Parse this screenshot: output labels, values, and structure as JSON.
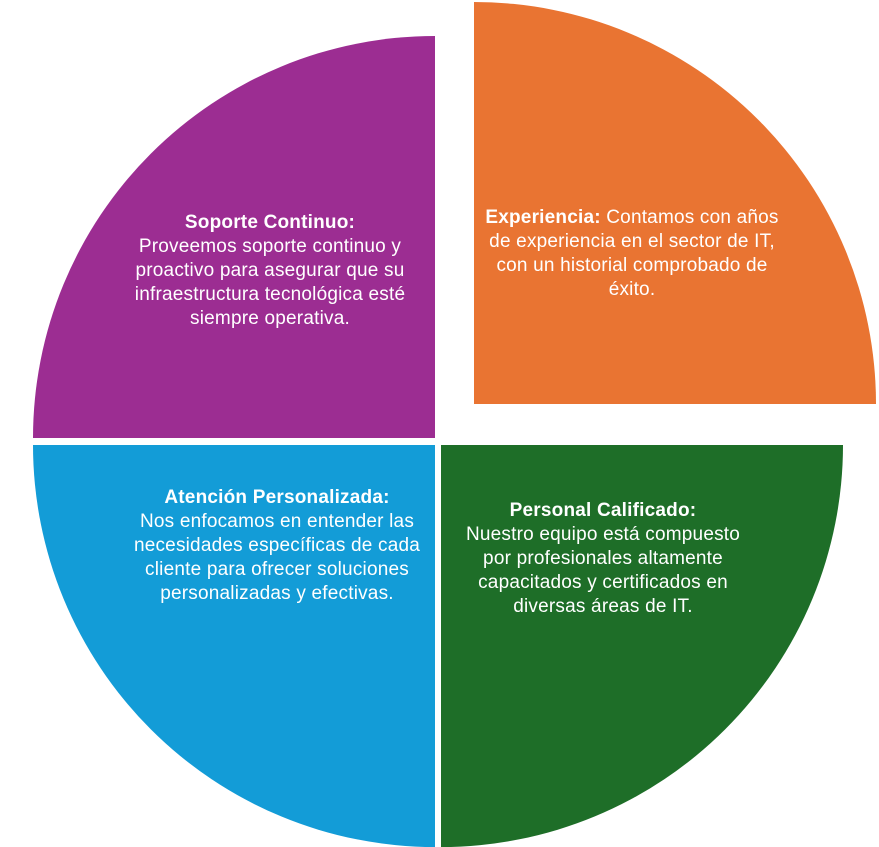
{
  "quadrants": {
    "top_left": {
      "title": "Soporte Continuo:",
      "body": "Proveemos soporte continuo y proactivo para asegurar que su infraestructura tecnológica esté siempre operativa.",
      "color": "#9C2D92"
    },
    "top_right": {
      "title": "Experiencia:",
      "body": "Contamos con años de experiencia en el sector de IT, con un historial comprobado de éxito.",
      "color": "#E97432"
    },
    "bottom_left": {
      "title": "Atención Personalizada:",
      "body": "Nos enfocamos en entender las necesidades específicas de cada cliente para ofrecer soluciones personalizadas y efectivas.",
      "color": "#139CD7"
    },
    "bottom_right": {
      "title": "Personal Calificado:",
      "body": "Nuestro equipo está compuesto por profesionales altamente capacitados y certificados en diversas áreas de IT.",
      "color": "#1E6E28"
    }
  }
}
